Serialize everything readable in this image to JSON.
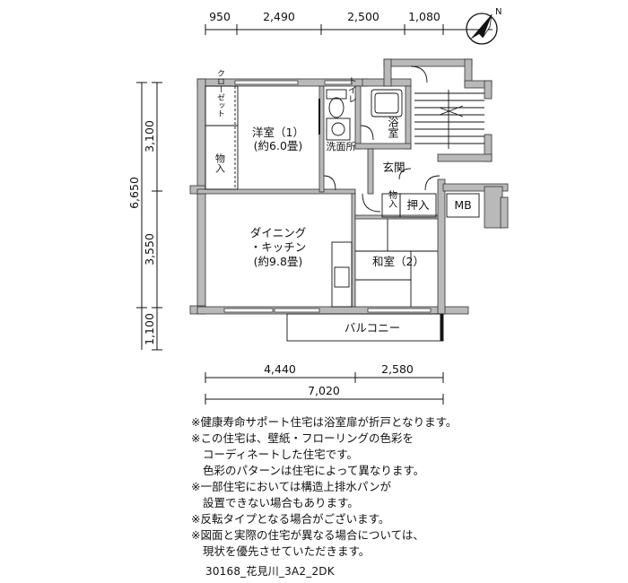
{
  "dimensions": {
    "top": [
      "950",
      "2,490",
      "2,500",
      "1,080"
    ],
    "left": [
      "3,100",
      "3,550",
      "1,100"
    ],
    "left_total": "6,650",
    "bottom": [
      "4,440",
      "2,580"
    ],
    "bottom_total": "7,020"
  },
  "compass_label": "N",
  "rooms": {
    "western_room": [
      "洋室（1）",
      "(約6.0畳)"
    ],
    "closet": "クローゼット",
    "storage_1": "物入",
    "toilet": "トイレ",
    "bath": "浴室",
    "washroom": "洗面所",
    "entrance": "玄関",
    "storage_2": "物入",
    "oshiire": "押入",
    "mb": "MB",
    "dining_kitchen": [
      "ダイニング",
      "・キッチン",
      "(約9.8畳)"
    ],
    "japanese_room": "和室（2）",
    "balcony": "バルコニー"
  },
  "notes": [
    {
      "mark": "※",
      "lines": [
        "健康寿命サポート住宅は浴室扉が折戸となります。"
      ]
    },
    {
      "mark": "※",
      "lines": [
        "この住宅は、壁紙・フローリングの色彩を",
        "コーディネートした住宅です。",
        "色彩のパターンは住宅によって異なります。"
      ]
    },
    {
      "mark": "※",
      "lines": [
        "一部住宅においては構造上排水パンが",
        "設置できない場合もあります。"
      ]
    },
    {
      "mark": "※",
      "lines": [
        "反転タイプとなる場合がございます。"
      ]
    },
    {
      "mark": "※",
      "lines": [
        "図面と実際の住宅が異なる場合については、",
        "現状を優先させていただきます。"
      ]
    }
  ],
  "plan_code": "30168_花見川_3A2_2DK"
}
